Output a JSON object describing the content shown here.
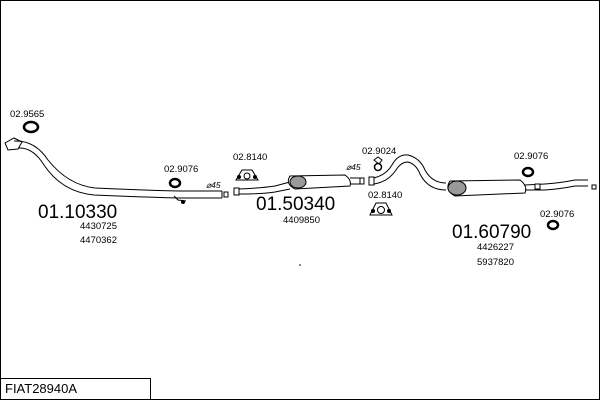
{
  "title": "FIAT28940A",
  "parts": {
    "front_pipe": {
      "number": "01.10330",
      "oem": [
        "4430725",
        "4470362"
      ]
    },
    "middle_silencer": {
      "number": "01.50340",
      "oem": [
        "4409850"
      ]
    },
    "rear_silencer": {
      "number": "01.60790",
      "oem": [
        "4426227",
        "5937820"
      ]
    }
  },
  "fittings": {
    "gasket_front": "02.9565",
    "ring_1": "02.9076",
    "clamp_1": "02.8140",
    "hanger": "02.9024",
    "clamp_2": "02.8140",
    "ring_2": "02.9076",
    "ring_3": "02.9076"
  },
  "diameters": {
    "d1": "⌀45",
    "d2": "⌀45"
  }
}
